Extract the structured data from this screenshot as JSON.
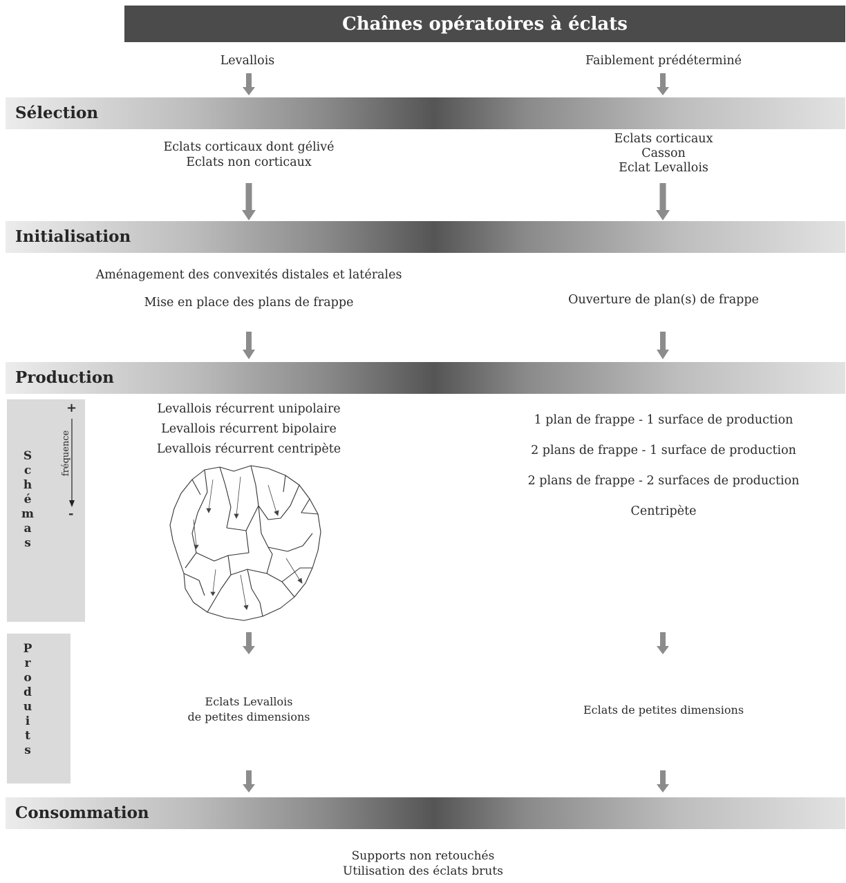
{
  "title": "Chaînes opératoires à éclats",
  "columns": {
    "left": "Levallois",
    "right": "Faiblement prédéterminé"
  },
  "stages": {
    "selection": "Sélection",
    "initialisation": "Initialisation",
    "production": "Production",
    "consommation": "Consommation"
  },
  "selection": {
    "left": [
      "Eclats corticaux dont gélivé",
      "Eclats non corticaux"
    ],
    "right": [
      "Eclats corticaux",
      "Casson",
      "Eclat Levallois"
    ]
  },
  "initialisation": {
    "left": [
      "Aménagement des convexités distales et latérales",
      "Mise en place des plans de frappe"
    ],
    "right": [
      "Ouverture de plan(s) de frappe"
    ]
  },
  "schemas": {
    "label_letters": [
      "S",
      "c",
      "h",
      "é",
      "m",
      "a",
      "s"
    ],
    "frequence_label": "fréquence",
    "plus": "+",
    "minus": "-",
    "left": [
      "Levallois récurrent unipolaire",
      "Levallois récurrent bipolaire",
      "Levallois récurrent centripète"
    ],
    "right": [
      "1 plan de frappe - 1 surface de production",
      "2 plans de frappe - 1 surface de production",
      "2 plans de frappe - 2 surfaces de production",
      "Centripète"
    ]
  },
  "produits": {
    "label_letters": [
      "P",
      "r",
      "o",
      "d",
      "u",
      "i",
      "t",
      "s"
    ],
    "left": [
      "Eclats Levallois",
      "de petites dimensions"
    ],
    "right": [
      "Eclats de petites dimensions"
    ]
  },
  "consommation": {
    "center": [
      "Supports non retouchés",
      "Utilisation des éclats bruts"
    ]
  },
  "colors": {
    "title_bg": "#4b4b4b",
    "arrow": "#8c8c8c",
    "side_box": "#dadada"
  },
  "icons": {
    "arrow": "down-arrow-icon",
    "artifact": "levallois-core-drawing"
  }
}
